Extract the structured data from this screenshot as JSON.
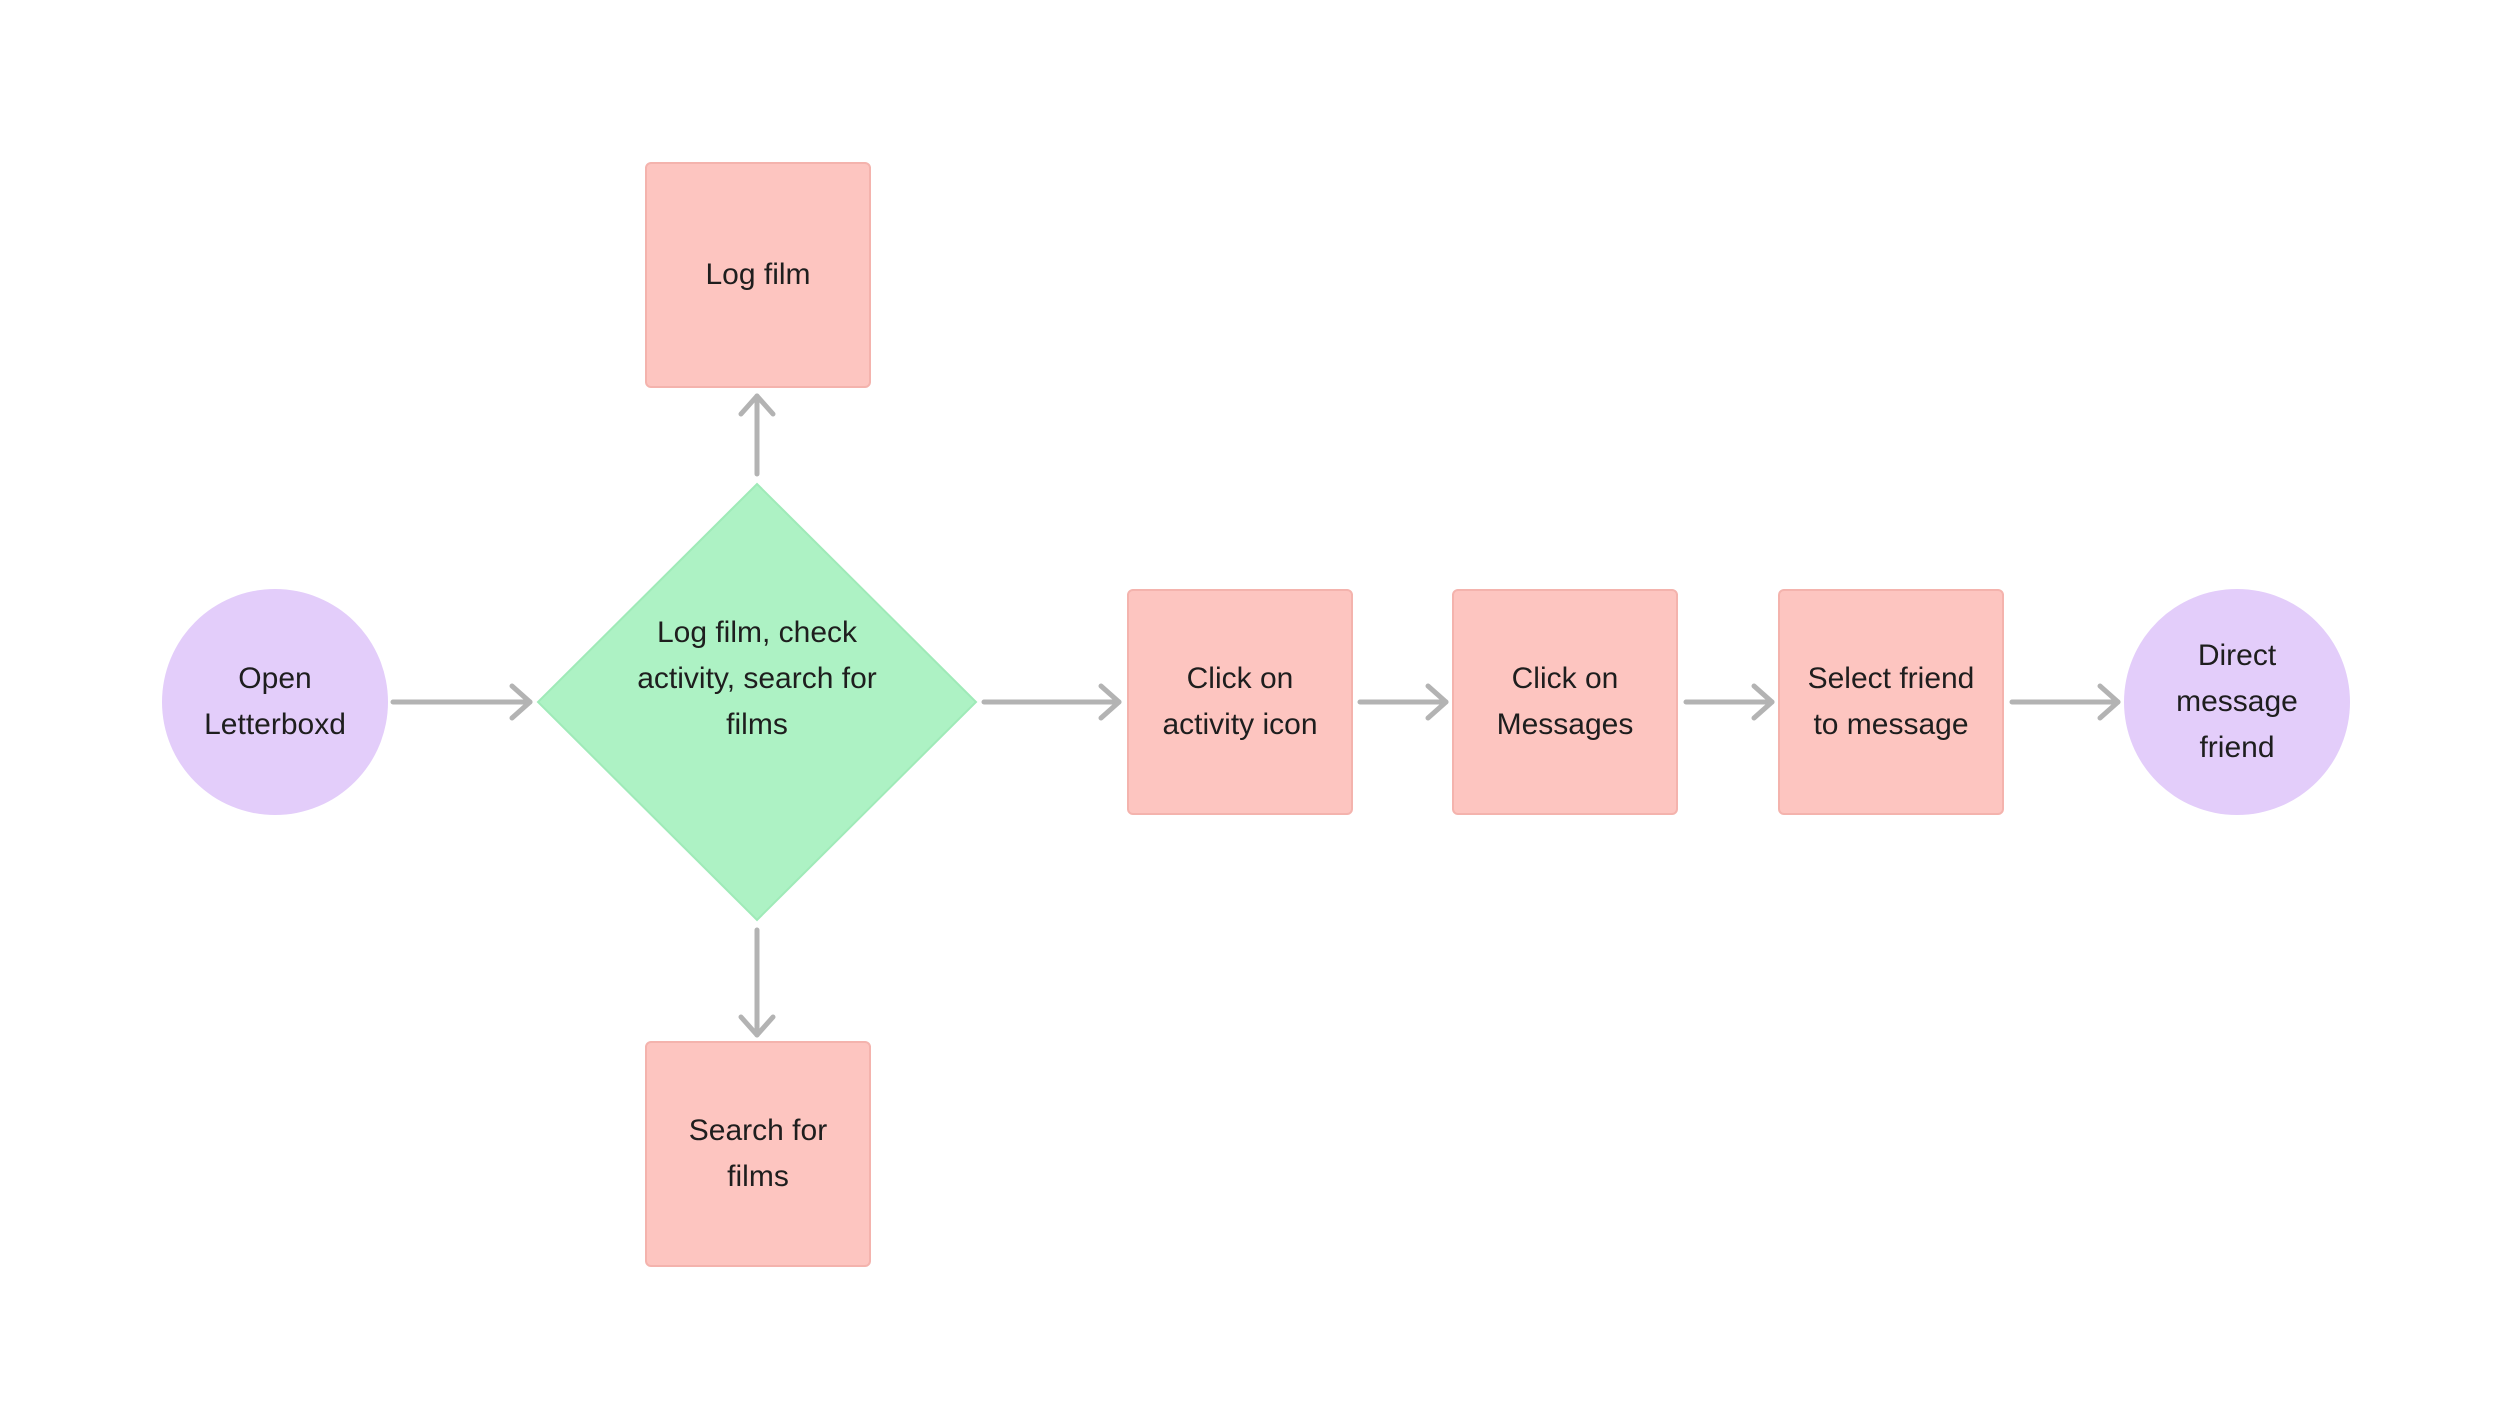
{
  "colors": {
    "process_fill": "#fdc5c0",
    "terminal_fill": "#e3cdfa",
    "decision_fill": "#adf2c4",
    "connector": "#b3b3b3",
    "text": "#1e1e1e"
  },
  "nodes": {
    "open_letterboxd": "Open Letterboxd",
    "decision": "Log film, check activity, search for films",
    "log_film": "Log film",
    "search_films": "Search for films",
    "activity_icon": "Click on activity icon",
    "messages": "Click on Messages",
    "select_friend": "Select friend to message",
    "direct_message": "Direct message friend"
  },
  "edges": [
    {
      "from": "open_letterboxd",
      "to": "decision"
    },
    {
      "from": "decision",
      "to": "log_film"
    },
    {
      "from": "decision",
      "to": "search_films"
    },
    {
      "from": "decision",
      "to": "activity_icon"
    },
    {
      "from": "activity_icon",
      "to": "messages"
    },
    {
      "from": "messages",
      "to": "select_friend"
    },
    {
      "from": "select_friend",
      "to": "direct_message"
    }
  ]
}
